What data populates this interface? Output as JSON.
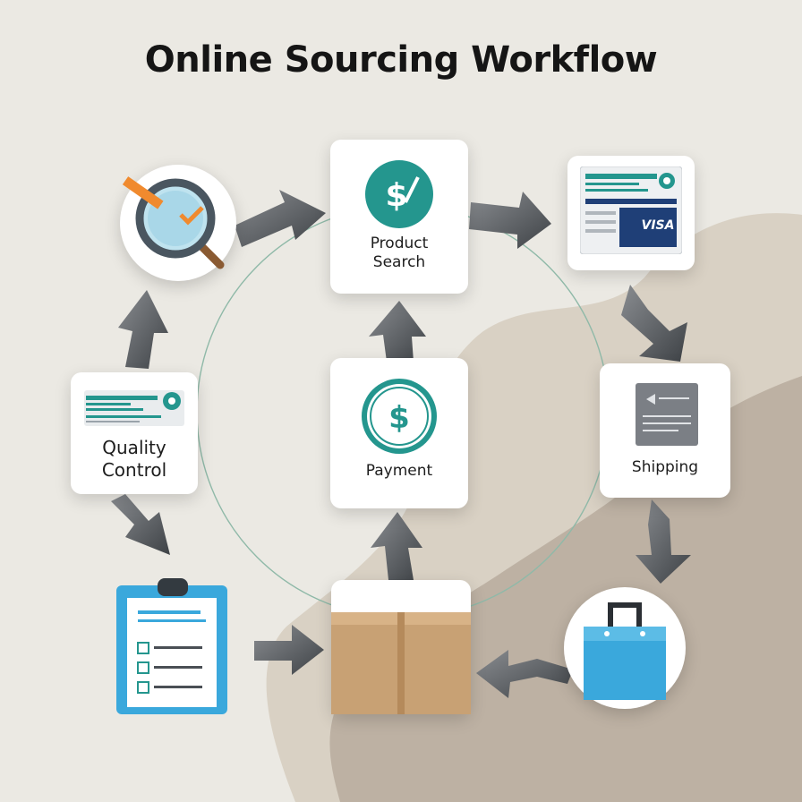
{
  "title": "Online Sourcing Workflow",
  "nodes": {
    "product_search": [
      "Product",
      "Search"
    ],
    "payment": "Payment",
    "quality_control": [
      "Quality",
      "Control"
    ],
    "shipping": "Shipping"
  },
  "card_text": "VISA",
  "colors": {
    "teal": "#24968e",
    "navy": "#1f3f77",
    "blue": "#3aa8dc",
    "cardboard": "#c8a174",
    "arrow": "#5d6166",
    "ring": "#8fb9a8"
  }
}
